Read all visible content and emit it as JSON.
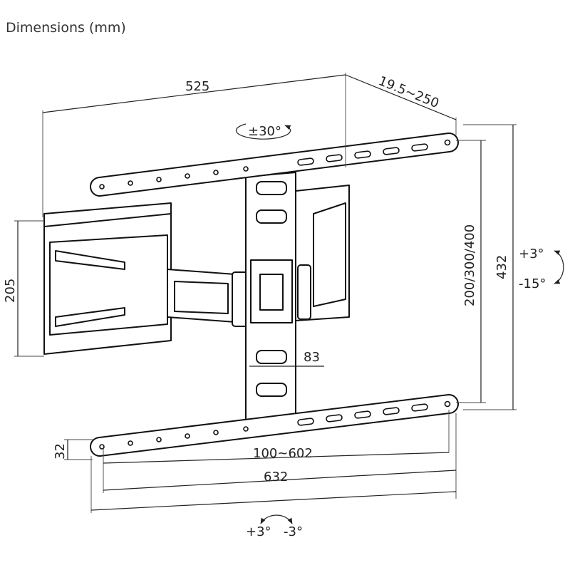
{
  "title": "Dimensions (mm)",
  "dimensions": {
    "width_top": "525",
    "depth": "19.5~250",
    "swivel": "±30°",
    "wall_plate_height": "205",
    "vesa_vertical": "200/300/400",
    "overall_height": "432",
    "tilt_up": "+3°",
    "tilt_down": "-15°",
    "plate_width": "83",
    "bar_height": "32",
    "vesa_horizontal": "100~602",
    "overall_width": "632",
    "rotate_plus": "+3°",
    "rotate_minus": "-3°"
  }
}
